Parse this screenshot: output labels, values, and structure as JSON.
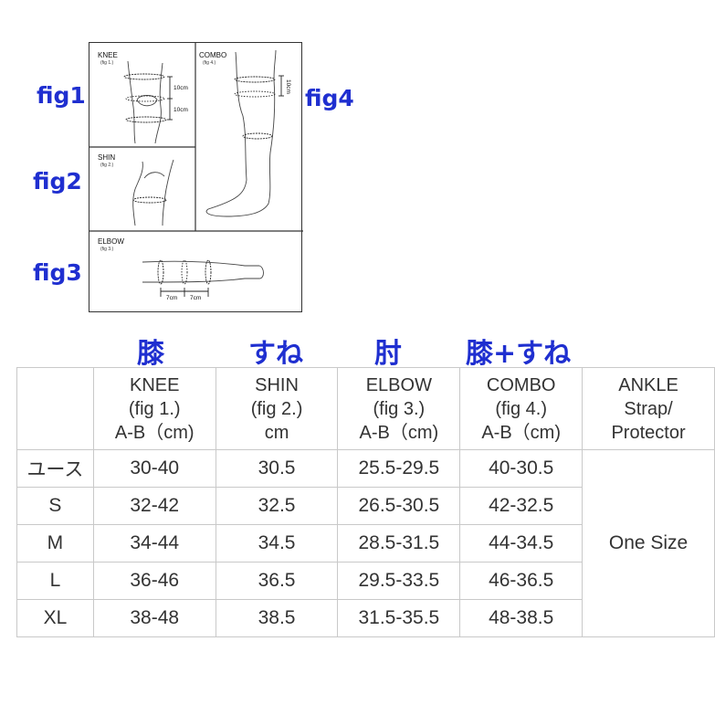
{
  "figure": {
    "panels": {
      "knee": {
        "title": "KNEE",
        "sub": "(fig 1.)",
        "meas1": "10cm",
        "meas2": "10cm"
      },
      "combo": {
        "title": "COMBO",
        "sub": "(fig 4.)",
        "meas": "10cm"
      },
      "shin": {
        "title": "SHIN",
        "sub": "(fig 2.)"
      },
      "elbow": {
        "title": "ELBOW",
        "sub": "(fig 3.)",
        "meas1": "7cm",
        "meas2": "7cm"
      }
    },
    "labels": [
      "fig1",
      "fig2",
      "fig3",
      "fig4"
    ]
  },
  "jp_headers": [
    "膝",
    "すね",
    "肘",
    "膝+すね"
  ],
  "table": {
    "columns": [
      {
        "lines": [
          "",
          "",
          ""
        ]
      },
      {
        "lines": [
          "KNEE",
          "(fig 1.)",
          "A-B（cm)"
        ]
      },
      {
        "lines": [
          "SHIN",
          "(fig 2.)",
          "cm"
        ]
      },
      {
        "lines": [
          "ELBOW",
          "(fig 3.)",
          "A-B（cm)"
        ]
      },
      {
        "lines": [
          "COMBO",
          "(fig 4.)",
          "A-B（cm)"
        ]
      },
      {
        "lines": [
          "ANKLE",
          "Strap/",
          "Protector"
        ]
      }
    ],
    "rows": [
      {
        "size": "ユース",
        "knee": "30-40",
        "shin": "30.5",
        "elbow": "25.5-29.5",
        "combo": "40-30.5"
      },
      {
        "size": "S",
        "knee": "32-42",
        "shin": "32.5",
        "elbow": "26.5-30.5",
        "combo": "42-32.5"
      },
      {
        "size": "M",
        "knee": "34-44",
        "shin": "34.5",
        "elbow": "28.5-31.5",
        "combo": "44-34.5"
      },
      {
        "size": "L",
        "knee": "36-46",
        "shin": "36.5",
        "elbow": "29.5-33.5",
        "combo": "46-36.5"
      },
      {
        "size": "XL",
        "knee": "38-48",
        "shin": "38.5",
        "elbow": "31.5-35.5",
        "combo": "48-38.5"
      }
    ],
    "ankle_value": "One Size"
  }
}
